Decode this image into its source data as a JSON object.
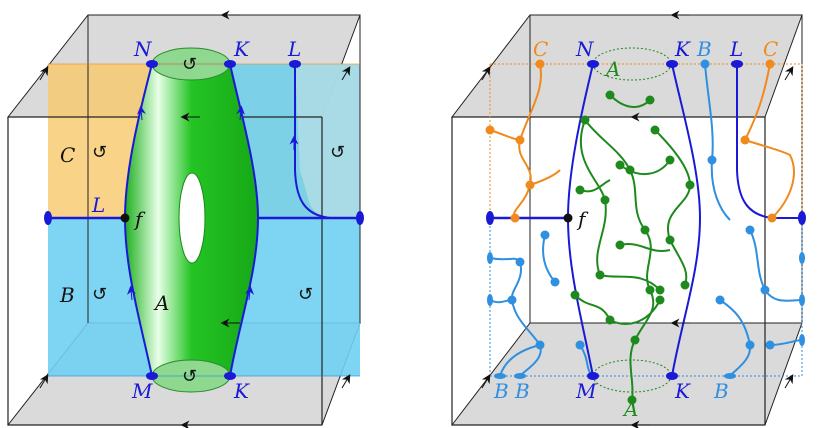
{
  "left_figure": {
    "labels": {
      "N": "N",
      "K_top": "K",
      "L_top": "L",
      "C": "C",
      "L_mid": "L",
      "f": "f",
      "B": "B",
      "A": "A",
      "M": "M",
      "K_bottom": "K"
    },
    "rotation_symbol": "↺"
  },
  "right_figure": {
    "labels": {
      "C_top_left": "C",
      "N": "N",
      "A_top": "A",
      "K_top": "K",
      "B_top": "B",
      "L_top": "L",
      "C_top_right": "C",
      "f": "f",
      "B_bottom_1": "B",
      "B_bottom_2": "B",
      "M": "M",
      "K_bottom": "K",
      "B_bottom_3": "B",
      "A_bottom": "A"
    }
  },
  "colors": {
    "gray_face": "#d4d4d4",
    "orange_face": "#f7c86a",
    "blue_face": "#6fd0f2",
    "green_tube": "#1fc11f",
    "blue_edge": "#1a1ad6",
    "green_line": "#1e8a1e",
    "orange_line": "#f08a1c",
    "light_blue_line": "#2f8fe0"
  }
}
